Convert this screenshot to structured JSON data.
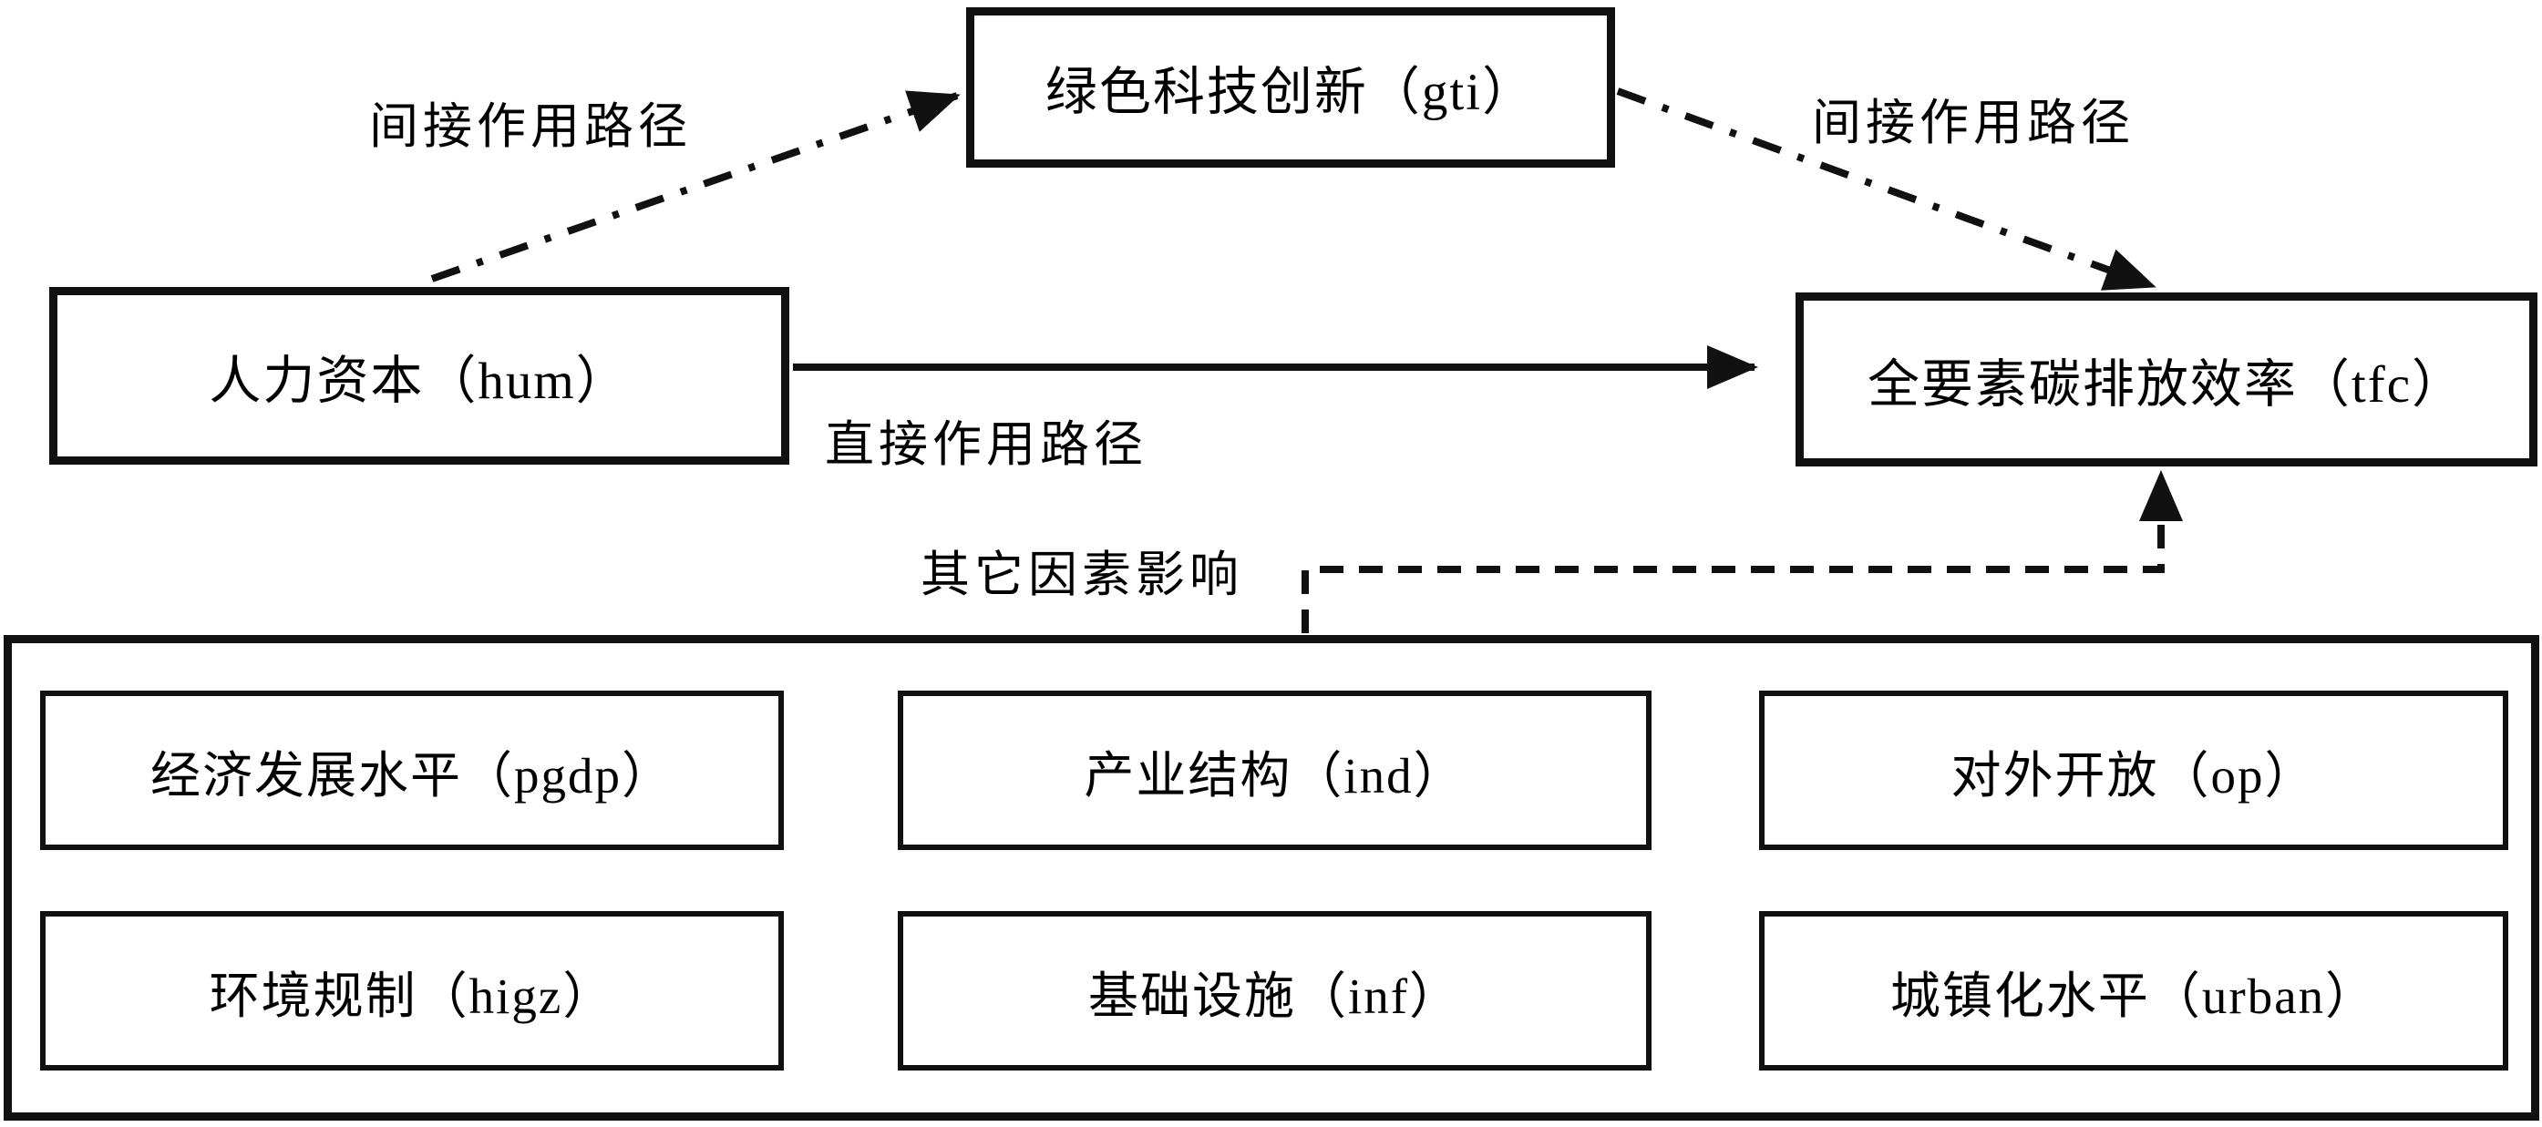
{
  "diagram": {
    "nodes": {
      "gti": "绿色科技创新（gti）",
      "hum": "人力资本（hum）",
      "tfc": "全要素碳排放效率（tfc）",
      "pgdp": "经济发展水平（pgdp）",
      "ind": "产业结构（ind）",
      "op": "对外开放（op）",
      "higz": "环境规制（higz）",
      "inf": "基础设施（inf）",
      "urban": "城镇化水平（urban）"
    },
    "edges": {
      "indirect_left_label": "间接作用路径",
      "indirect_right_label": "间接作用路径",
      "direct_label": "直接作用路径",
      "other_factors_label": "其它因素影响"
    },
    "colors": {
      "line": "#111111",
      "background": "#ffffff",
      "text": "#000000"
    }
  }
}
